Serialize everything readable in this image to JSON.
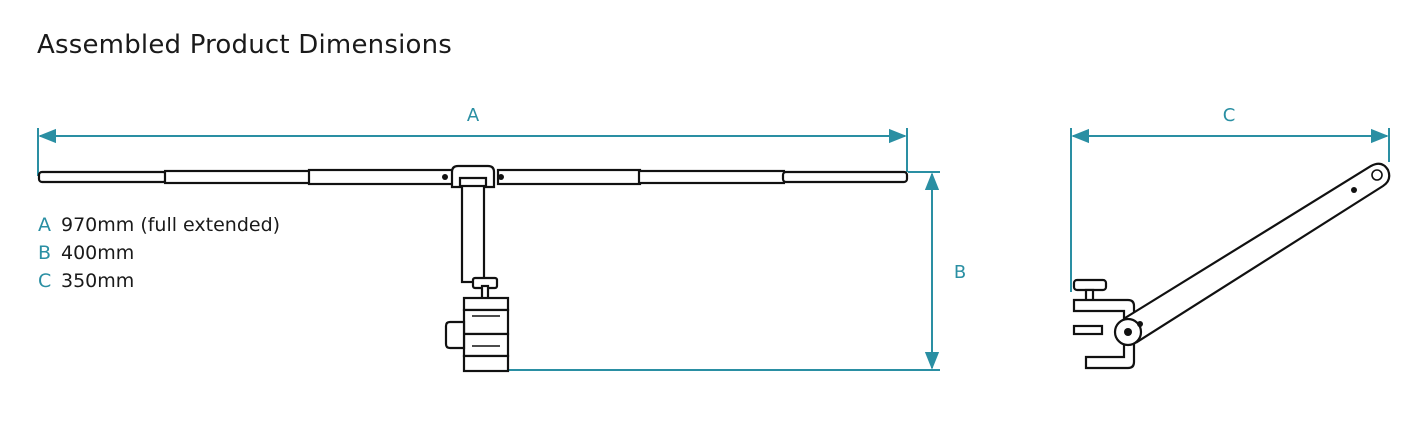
{
  "title": "Assembled Product Dimensions",
  "accent_color": "#2a8fa3",
  "dimensions": [
    {
      "key": "A",
      "value": "970mm (full extended)"
    },
    {
      "key": "B",
      "value": "400mm"
    },
    {
      "key": "C",
      "value": "350mm"
    }
  ],
  "labels": {
    "a": "A",
    "b": "B",
    "c": "C"
  }
}
